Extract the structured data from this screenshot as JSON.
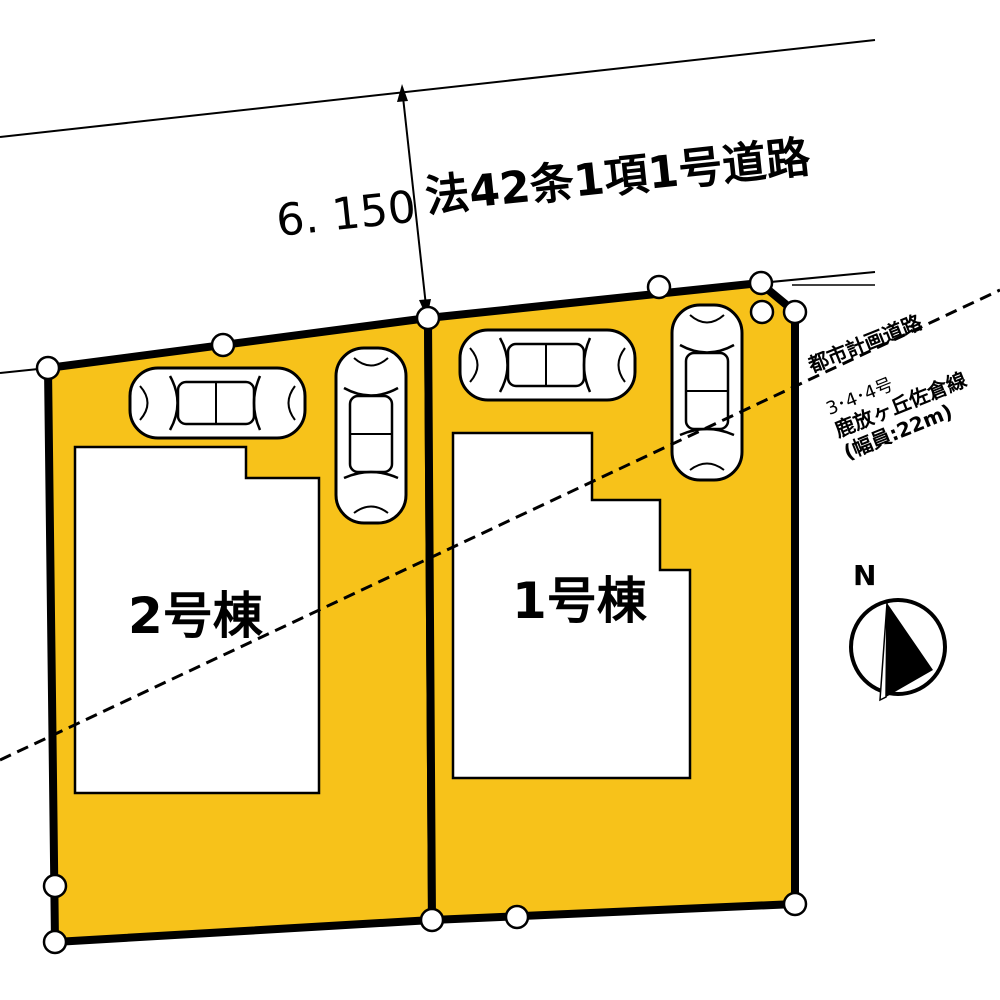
{
  "road": {
    "width_label": "6. 150",
    "type_label": "法42条1項1号道路"
  },
  "planned_road": {
    "line1": "都市計画道路",
    "line2": "3･4･4号",
    "line3": "鹿放ヶ丘佐倉線",
    "line4": "(幅員:22m)"
  },
  "buildings": {
    "lot2_label": "2号棟",
    "lot1_label": "1号棟"
  },
  "compass": {
    "label": "N"
  },
  "colors": {
    "lot_fill": "#f7c21a",
    "building_fill": "#ffffff",
    "outline": "#000000"
  }
}
